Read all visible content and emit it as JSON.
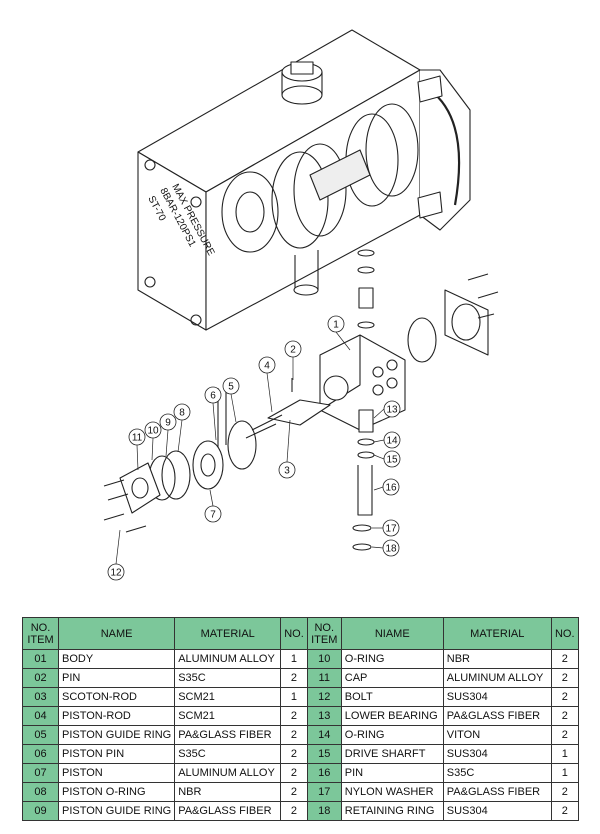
{
  "drawing": {
    "housing_label": [
      "MAX PRESSURE",
      "8BAR-120PS1",
      "ST-70"
    ],
    "callouts": [
      "1",
      "2",
      "3",
      "4",
      "5",
      "6",
      "7",
      "8",
      "9",
      "10",
      "11",
      "12",
      "13",
      "14",
      "15",
      "16",
      "17",
      "18"
    ]
  },
  "table": {
    "headers": [
      "NO.\nITEM",
      "NAME",
      "MATERIAL",
      "NO.",
      "NO.\nITEM",
      "NIAME",
      "MATERIAL",
      "NO."
    ],
    "left": [
      {
        "item": "01",
        "name": "BODY",
        "material": "ALUMINUM ALLOY",
        "qty": "1"
      },
      {
        "item": "02",
        "name": "PIN",
        "material": "S35C",
        "qty": "2"
      },
      {
        "item": "03",
        "name": "SCOTON-ROD",
        "material": "SCM21",
        "qty": "1"
      },
      {
        "item": "04",
        "name": "PISTON-ROD",
        "material": "SCM21",
        "qty": "2"
      },
      {
        "item": "05",
        "name": "PISTON GUIDE RING",
        "material": "PA&GLASS FIBER",
        "qty": "2"
      },
      {
        "item": "06",
        "name": "PISTON PIN",
        "material": "S35C",
        "qty": "2"
      },
      {
        "item": "07",
        "name": "PISTON",
        "material": "ALUMINUM ALLOY",
        "qty": "2"
      },
      {
        "item": "08",
        "name": "PISTON O-RING",
        "material": "NBR",
        "qty": "2"
      },
      {
        "item": "09",
        "name": "PISTON GUIDE RING",
        "material": "PA&GLASS FIBER",
        "qty": "2"
      }
    ],
    "right": [
      {
        "item": "10",
        "name": "O-RING",
        "material": "NBR",
        "qty": "2"
      },
      {
        "item": "11",
        "name": "CAP",
        "material": "ALUMINUM ALLOY",
        "qty": "2"
      },
      {
        "item": "12",
        "name": "BOLT",
        "material": "SUS304",
        "qty": "2"
      },
      {
        "item": "13",
        "name": "LOWER BEARING",
        "material": "PA&GLASS FIBER",
        "qty": "2"
      },
      {
        "item": "14",
        "name": "O-RING",
        "material": "VITON",
        "qty": "2"
      },
      {
        "item": "15",
        "name": "DRIVE SHARFT",
        "material": "SUS304",
        "qty": "1"
      },
      {
        "item": "16",
        "name": "PIN",
        "material": "S35C",
        "qty": "1"
      },
      {
        "item": "17",
        "name": "NYLON WASHER",
        "material": "PA&GLASS FIBER",
        "qty": "2"
      },
      {
        "item": "18",
        "name": "RETAINING RING",
        "material": "SUS304",
        "qty": "2"
      }
    ]
  }
}
